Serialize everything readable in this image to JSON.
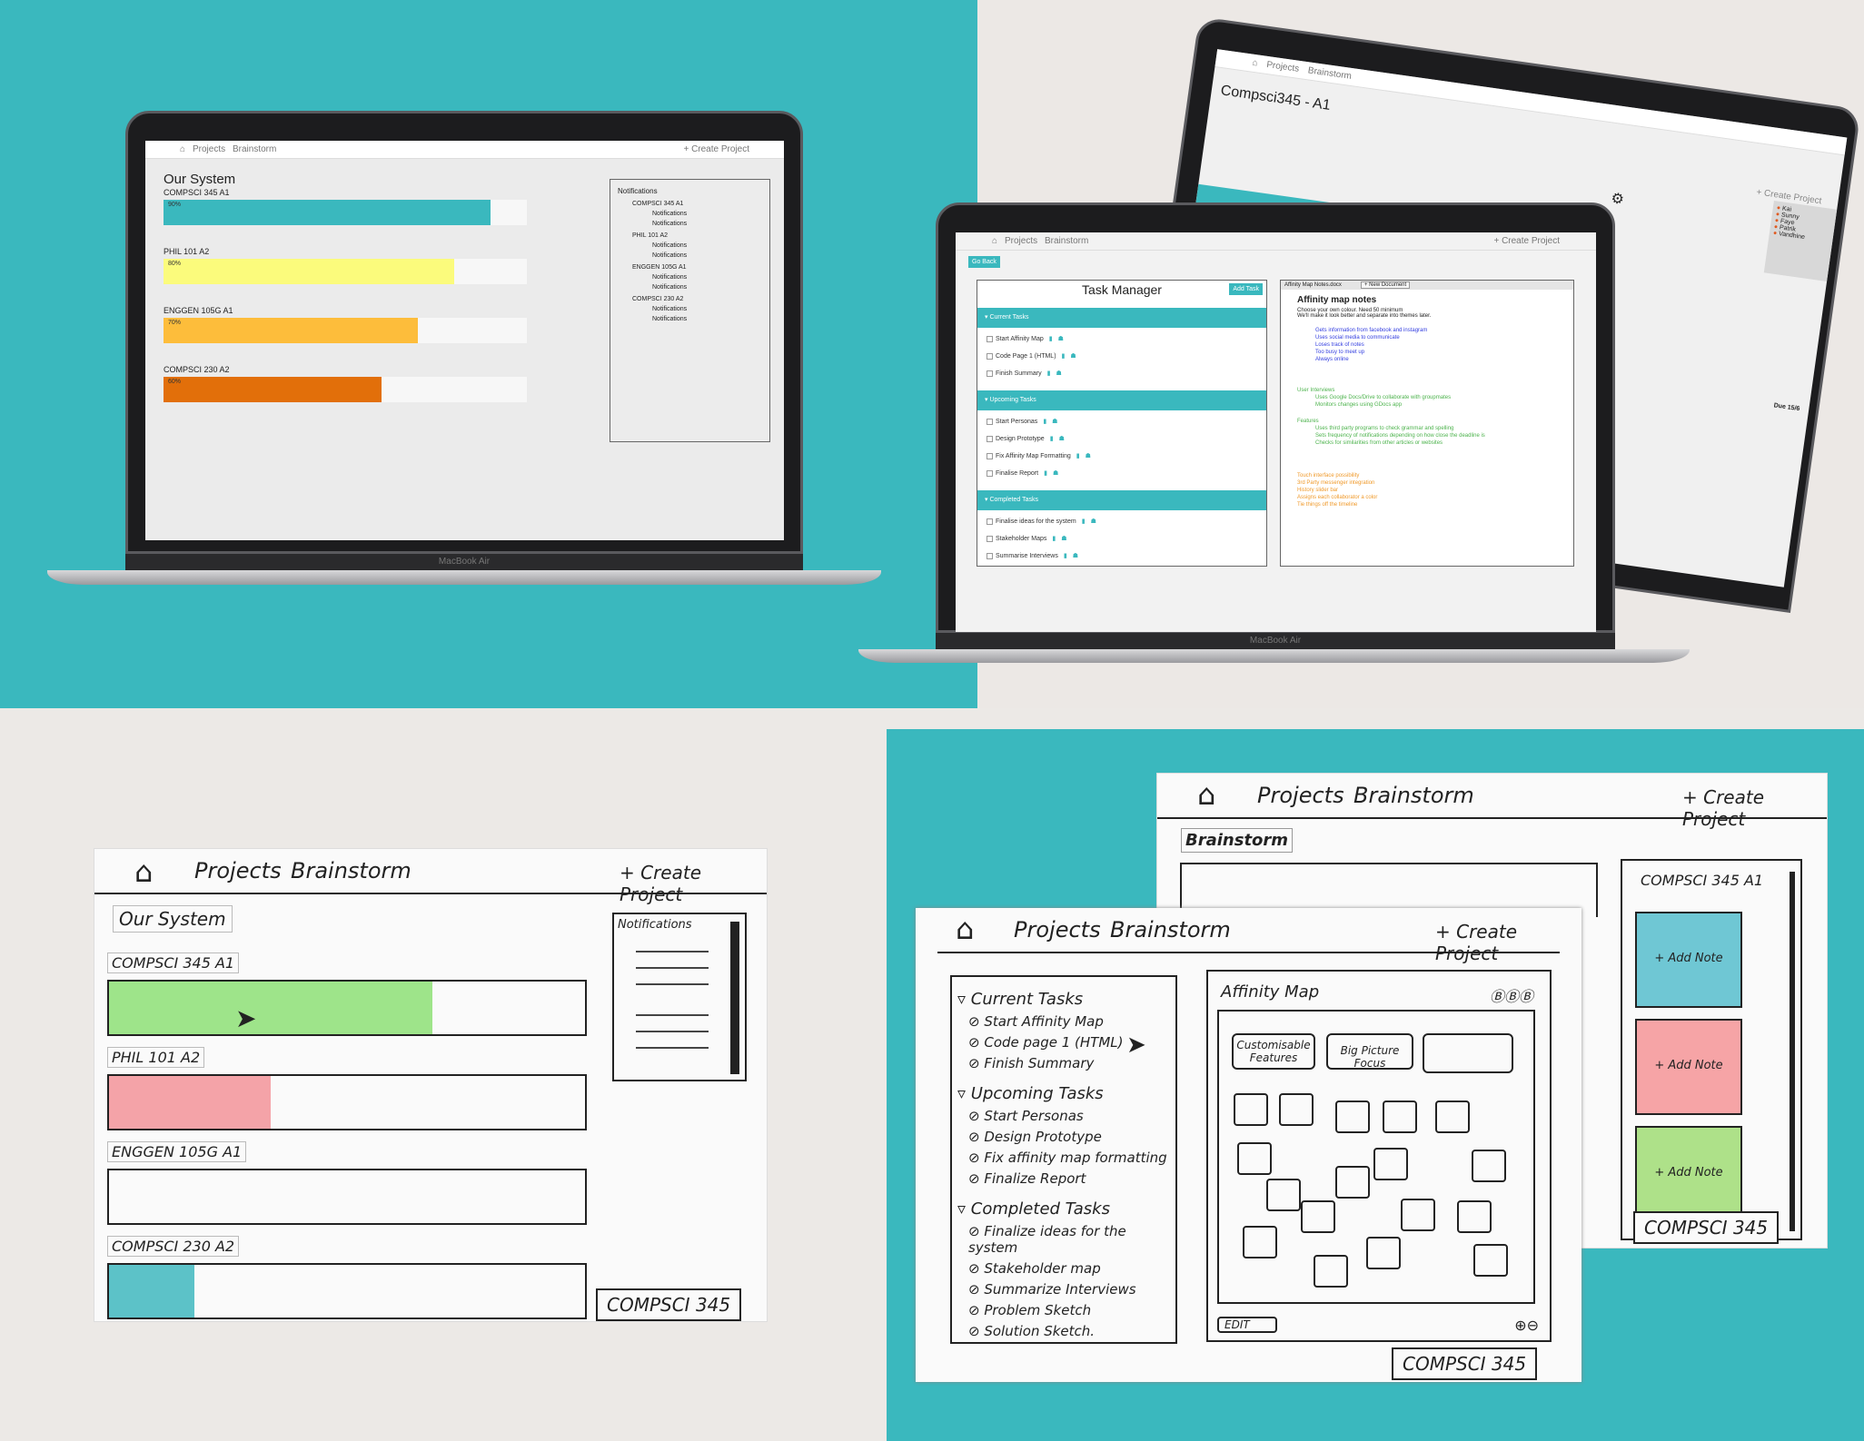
{
  "nav": {
    "home_icon": "home-icon",
    "projects": "Projects",
    "brainstorm": "Brainstorm",
    "create": "+ Create Project"
  },
  "laptop_label": "MacBook Air",
  "dashboard": {
    "title": "Our System",
    "courses": [
      {
        "name": "COMPSCI 345 A1",
        "percent": 90,
        "label": "90%",
        "color": "#3ab8be"
      },
      {
        "name": "PHIL 101 A2",
        "percent": 80,
        "label": "80%",
        "color": "#fbfb7c"
      },
      {
        "name": "ENGGEN 105G A1",
        "percent": 70,
        "label": "70%",
        "color": "#fdbd3b"
      },
      {
        "name": "COMPSCI 230 A2",
        "percent": 60,
        "label": "60%",
        "color": "#e26f0a"
      }
    ],
    "notifications": {
      "title": "Notifications",
      "groups": [
        {
          "name": "COMPSCI 345 A1",
          "items": [
            "Notifications",
            "Notifications"
          ]
        },
        {
          "name": "PHIL 101 A2",
          "items": [
            "Notifications",
            "Notifications"
          ]
        },
        {
          "name": "ENGGEN 105G A1",
          "items": [
            "Notifications",
            "Notifications"
          ]
        },
        {
          "name": "COMPSCI 230 A2",
          "items": [
            "Notifications",
            "Notifications"
          ]
        }
      ]
    }
  },
  "back_screen": {
    "title": "Compsci345 - A1",
    "create": "+ Create Project",
    "members": [
      "Kai",
      "Sunny",
      "Faye",
      "Patrik",
      "Vandhine"
    ],
    "due": "Due 15/6"
  },
  "task_manager": {
    "go_back": "Go Back",
    "title": "Task Manager",
    "add_task": "Add Task",
    "sections": [
      {
        "name": "Current Tasks",
        "tasks": [
          "Start Affinity Map",
          "Code Page 1 (HTML)",
          "Finish Summary"
        ]
      },
      {
        "name": "Upcoming Tasks",
        "tasks": [
          "Start Personas",
          "Design Prototype",
          "Fix Affinity Map Formatting",
          "Finalise Report"
        ]
      },
      {
        "name": "Completed Tasks",
        "tasks": [
          "Finalise ideas for the system",
          "Stakeholder Maps",
          "Summarise Interviews"
        ]
      }
    ]
  },
  "doc": {
    "tabs": [
      "Affinity Map Notes.docx",
      "+ New Document"
    ],
    "title": "Affinity map notes",
    "intro": [
      "Choose your own colour. Need 50 minimum",
      "We'll make it look better and separate into themes later."
    ],
    "blue": [
      "Gets information from facebook and instagram",
      "Uses social media to communicate",
      "Loses track of notes",
      "Too busy to meet up",
      "Always online"
    ],
    "green_head": "User Interviews",
    "green": [
      "Uses Google Docs/Drive to collaborate with groupmates",
      "Monitors changes using GDocs app"
    ],
    "green2_head": "Features",
    "green2": [
      "Uses third party programs to check grammar and spelling",
      "Sets frequency of notifications depending on how close the deadline is",
      "Checks for similarities from other articles or websites"
    ],
    "orange": [
      "Touch interface possibility",
      "3rd Party messenger integration",
      "History slider bar",
      "Assigns each collaborator a color",
      "Tie things off the timeline"
    ]
  },
  "sketch1": {
    "title": "Our System",
    "notif": "Notifications",
    "courses": [
      {
        "name": "COMPSCI 345 A1",
        "percent": 68,
        "color": "#9ee48a"
      },
      {
        "name": "PHIL 101 A2",
        "percent": 34,
        "color": "#f4a3a8"
      },
      {
        "name": "ENGGEN 105G A1",
        "percent": 0,
        "color": "#fafafa"
      },
      {
        "name": "COMPSCI 230 A2",
        "percent": 18,
        "color": "#5cc2c8"
      }
    ],
    "tag": "COMPSCI 345"
  },
  "sketch2": {
    "brainstorm_tab": "Brainstorm",
    "course": "COMPSCI 345 A1",
    "add_note": "+ Add Note",
    "tag": "COMPSCI 345",
    "current": "Current Tasks",
    "current_items": [
      "Start Affinity Map",
      "Code page 1 (HTML)",
      "Finish Summary"
    ],
    "upcoming": "Upcoming Tasks",
    "upcoming_items": [
      "Start Personas",
      "Design Prototype",
      "Fix affinity map formatting",
      "Finalize Report"
    ],
    "completed": "Completed Tasks",
    "completed_items": [
      "Finalize ideas for the system",
      "Stakeholder map",
      "Summarize Interviews",
      "Problem Sketch",
      "Solution Sketch."
    ],
    "affinity": "Affinity Map",
    "card1": "Customisable Features",
    "card2": "Big Picture Focus",
    "edit": "EDIT",
    "tag2": "COMPSCI 345"
  }
}
